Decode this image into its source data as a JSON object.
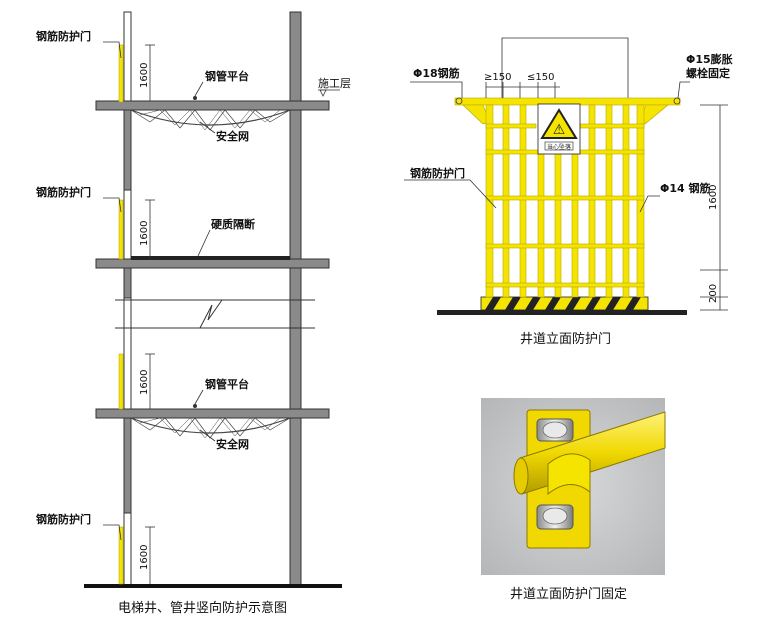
{
  "colors": {
    "yellow": "#f5e400",
    "gray": "#7d7d7d",
    "wall": "#8a8a8a",
    "black": "#111111"
  },
  "left": {
    "caption": "电梯井、管井竖向防护示意图",
    "labels": {
      "door1": "钢筋防护门",
      "platform1": "钢管平台",
      "work_floor": "施工层",
      "net1": "安全网",
      "door2": "钢筋防护门",
      "hard_partition": "硬质隔断",
      "platform2": "钢管平台",
      "net2": "安全网",
      "door3": "钢筋防护门"
    },
    "dims": [
      "1600",
      "1600",
      "1600",
      "1600"
    ]
  },
  "right_top": {
    "caption": "井道立面防护门",
    "labels": {
      "rebar18": "Φ18钢筋",
      "spacing1": "≥150",
      "spacing2": "≤150",
      "bolt": "Φ15膨胀",
      "bolt_fix": "螺栓固定",
      "door": "钢筋防护门",
      "rebar14": "Φ14 钢筋",
      "sign": "当心坠落"
    },
    "dims": [
      "1600",
      "200"
    ]
  },
  "right_bottom": {
    "caption": "井道立面防护门固定"
  }
}
